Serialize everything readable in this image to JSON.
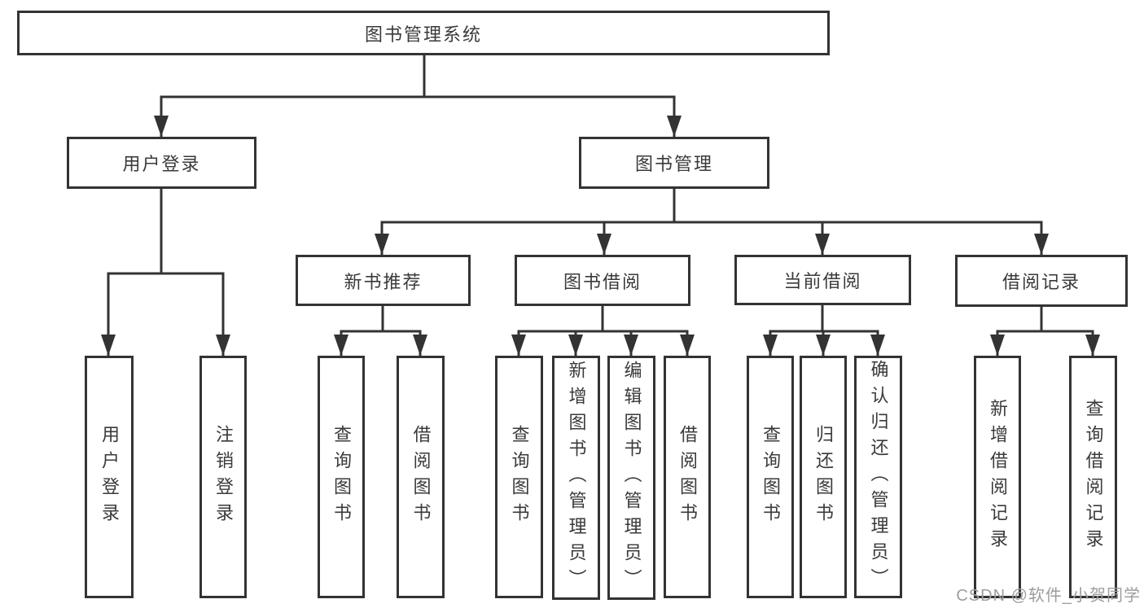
{
  "diagram_type": "function-structure-tree",
  "colors": {
    "line": "#333333",
    "box_border": "#333333",
    "box_fill": "#ffffff",
    "text": "#3a3a3a",
    "watermark": "#9d9d9d",
    "background": "#ffffff"
  },
  "tree": {
    "label": "图书管理系统",
    "children": [
      {
        "label": "用户登录",
        "children": [
          {
            "label": "用户登录"
          },
          {
            "label": "注销登录"
          }
        ]
      },
      {
        "label": "图书管理",
        "children": [
          {
            "label": "新书推荐",
            "children": [
              {
                "label": "查询图书"
              },
              {
                "label": "借阅图书"
              }
            ]
          },
          {
            "label": "图书借阅",
            "children": [
              {
                "label": "查询图书"
              },
              {
                "label": "新增图书（管理员）"
              },
              {
                "label": "编辑图书（管理员）"
              },
              {
                "label": "借阅图书"
              }
            ]
          },
          {
            "label": "当前借阅",
            "children": [
              {
                "label": "查询图书"
              },
              {
                "label": "归还图书"
              },
              {
                "label": "确认归还（管理员）"
              }
            ]
          },
          {
            "label": "借阅记录",
            "children": [
              {
                "label": "新增借阅记录"
              },
              {
                "label": "查询借阅记录"
              }
            ]
          }
        ]
      }
    ]
  },
  "watermark": {
    "text": "CSDN @软件_小贺同学"
  }
}
